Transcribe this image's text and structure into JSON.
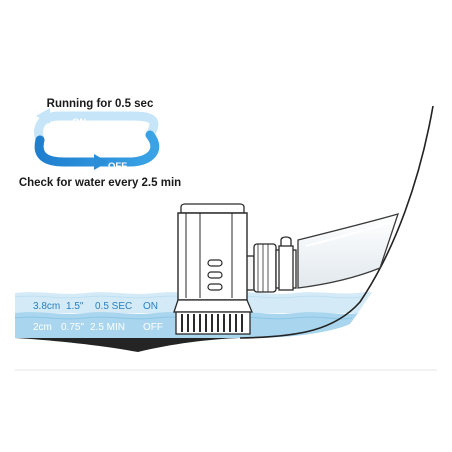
{
  "cycle": {
    "top_caption": "Running for 0.5 sec",
    "bottom_caption": "Check for water every 2.5 min",
    "on_label": "ON",
    "off_label": "OFF"
  },
  "levels": [
    {
      "metric": "3.8cm",
      "imperial": "1.5\"",
      "time": "0.5 SEC",
      "state": "ON"
    },
    {
      "metric": "2cm",
      "imperial": "0.75\"",
      "time": "2.5 MIN",
      "state": "OFF"
    }
  ],
  "colors": {
    "arrow_light": "#bfe2f7",
    "arrow_dark": "#2a8fd6",
    "water_light": "#cfe8f5",
    "water_dark": "#9fd0ea",
    "hull": "#222222",
    "text_blue": "#2a7fc0"
  }
}
